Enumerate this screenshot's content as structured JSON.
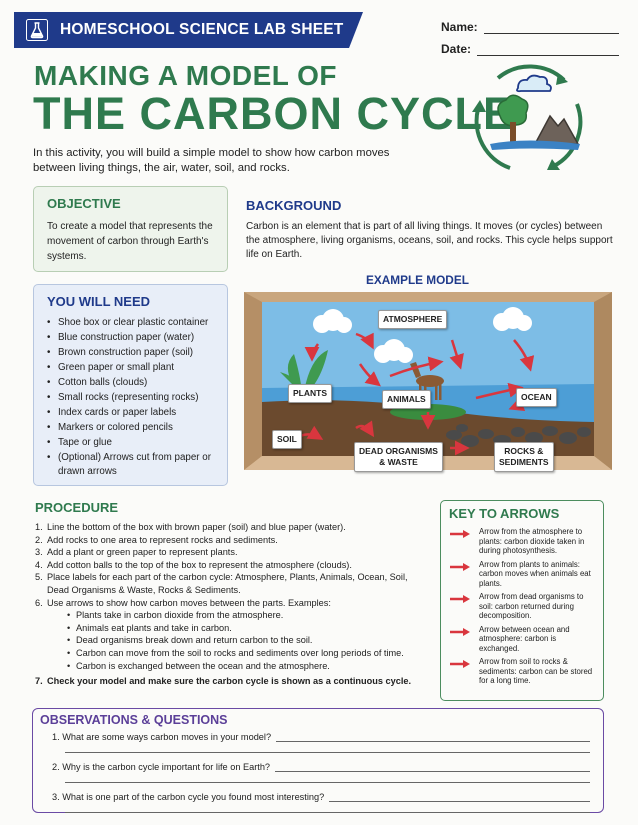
{
  "header": {
    "banner": "HOMESCHOOL SCIENCE LAB SHEET",
    "name_label": "Name:",
    "date_label": "Date:"
  },
  "title": {
    "line1": "MAKING A MODEL OF",
    "line2": "THE CARBON CYCLE"
  },
  "intro": "In this activity, you will build a simple model to show how carbon moves between living things, the air, water, soil, and rocks.",
  "objective": {
    "heading": "OBJECTIVE",
    "text": "To create a model that represents the movement of carbon through Earth's systems."
  },
  "background": {
    "heading": "BACKGROUND",
    "text": "Carbon is an element that is part of all living things. It moves (or cycles) between the atmosphere, living organisms, oceans, soil, and rocks. This cycle helps support life on Earth."
  },
  "needs": {
    "heading": "YOU WILL NEED",
    "items": [
      "Shoe box or clear plastic container",
      "Blue construction paper (water)",
      "Brown construction paper (soil)",
      "Green paper or small plant",
      "Cotton balls (clouds)",
      "Small rocks (representing rocks)",
      "Index cards or paper labels",
      "Markers or colored pencils",
      "Tape or glue",
      "(Optional) Arrows cut from paper or drawn arrows"
    ]
  },
  "example": {
    "heading": "EXAMPLE MODEL",
    "labels": {
      "atmosphere": "ATMOSPHERE",
      "plants": "PLANTS",
      "animals": "ANIMALS",
      "ocean": "OCEAN",
      "soil": "SOIL",
      "dead_l1": "DEAD ORGANISMS",
      "dead_l2": "& WASTE",
      "rocks_l1": "ROCKS &",
      "rocks_l2": "SEDIMENTS"
    }
  },
  "procedure": {
    "heading": "PROCEDURE",
    "steps": [
      {
        "num": "1.",
        "text": "Line the bottom of the box with brown paper (soil) and blue paper (water)."
      },
      {
        "num": "2.",
        "text": "Add rocks to one area to represent rocks and sediments."
      },
      {
        "num": "3.",
        "text": "Add a plant or green paper to represent plants."
      },
      {
        "num": "4.",
        "text": "Add cotton balls to the top of the box to represent the atmosphere (clouds)."
      },
      {
        "num": "5.",
        "text": "Place labels for each part of the carbon cycle: Atmosphere, Plants, Animals, Ocean, Soil, Dead Organisms & Waste, Rocks & Sediments."
      },
      {
        "num": "6.",
        "text": "Use arrows to show how carbon moves between the parts. Examples:"
      }
    ],
    "examples": [
      "Plants take in carbon dioxide from the atmosphere.",
      "Animals eat plants and take in carbon.",
      "Dead organisms break down and return carbon to the soil.",
      "Carbon can move from the soil to rocks and sediments over long periods of time.",
      "Carbon is exchanged between the ocean and the atmosphere."
    ],
    "final_num": "7.",
    "final": "Check your model and make sure the carbon cycle is shown as a continuous cycle."
  },
  "key": {
    "heading": "KEY TO ARROWS",
    "arrow_color": "#d9363e",
    "items": [
      "Arrow from the atmosphere to plants: carbon dioxide taken in during photosynthesis.",
      "Arrow from plants to animals: carbon moves when animals eat plants.",
      "Arrow from dead organisms to soil: carbon returned during decomposition.",
      "Arrow between ocean and atmosphere: carbon is exchanged.",
      "Arrow from soil to rocks & sediments: carbon can be stored for a long time."
    ]
  },
  "observations": {
    "heading": "OBSERVATIONS & QUESTIONS",
    "questions": [
      "1.  What are some ways carbon moves in your model?",
      "2.  Why is the carbon cycle important for life on Earth?",
      "3.  What is one part of the carbon cycle you found most interesting?"
    ]
  },
  "colors": {
    "navy": "#1f3a8a",
    "green": "#2f7a4e",
    "purple": "#5b3f98",
    "red": "#d9363e"
  }
}
